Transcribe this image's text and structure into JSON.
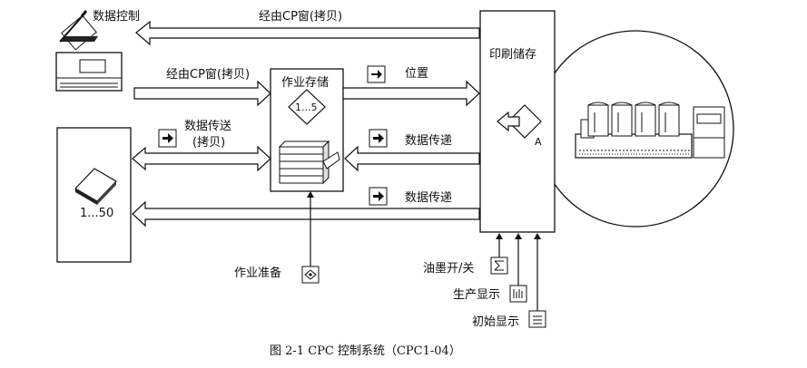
{
  "labels": {
    "top_arrow": "经由CP窗(拷贝)",
    "left_arrow": "经由CP窗(拷贝)",
    "data_control": "数据控制",
    "job_storage": "作业存储",
    "job_range": "1...5",
    "print_storage": "印刷储存",
    "print_marker": "A",
    "position": "位置",
    "data_send_line1": "数据传送",
    "data_send_line2": "(拷贝)",
    "data_transfer_mid": "数据传递",
    "data_transfer_low": "数据传递",
    "disk_range": "1...50",
    "job_prep": "作业准备",
    "ink_switch": "油墨开/关",
    "production_display": "生产显示",
    "initial_display": "初始显示"
  },
  "caption": "图 2-1   CPC 控制系统（CPC1-04）"
}
